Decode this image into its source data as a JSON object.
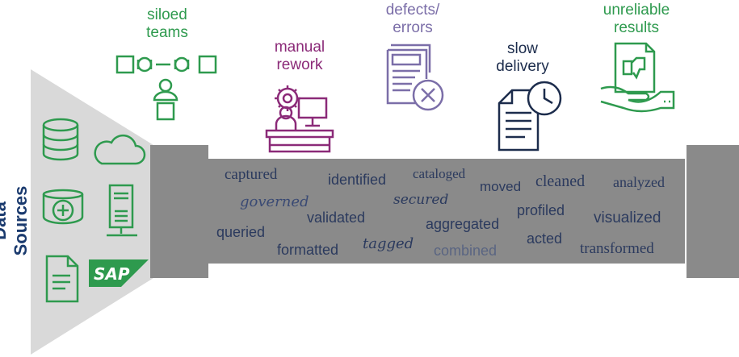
{
  "data_sources": {
    "title": "Data Sources",
    "sap_label": "SAP"
  },
  "problems": {
    "siloed": "siloed teams",
    "manual": "manual rework",
    "defects": "defects/ errors",
    "slow": "slow delivery",
    "unreliable": "unreliable results"
  },
  "actions": [
    "captured",
    "identified",
    "cataloged",
    "moved",
    "cleaned",
    "analyzed",
    "governed",
    "secured",
    "profiled",
    "validated",
    "aggregated",
    "visualized",
    "queried",
    "tagged",
    "acted",
    "formatted",
    "combined",
    "transformed"
  ],
  "colors": {
    "green": "#2e9a4e",
    "purple": "#8b2a78",
    "lavender": "#7b6ea8",
    "navy": "#1c2c4c",
    "pipe": "#8a8a8a",
    "funnel": "#d6d6d6"
  }
}
